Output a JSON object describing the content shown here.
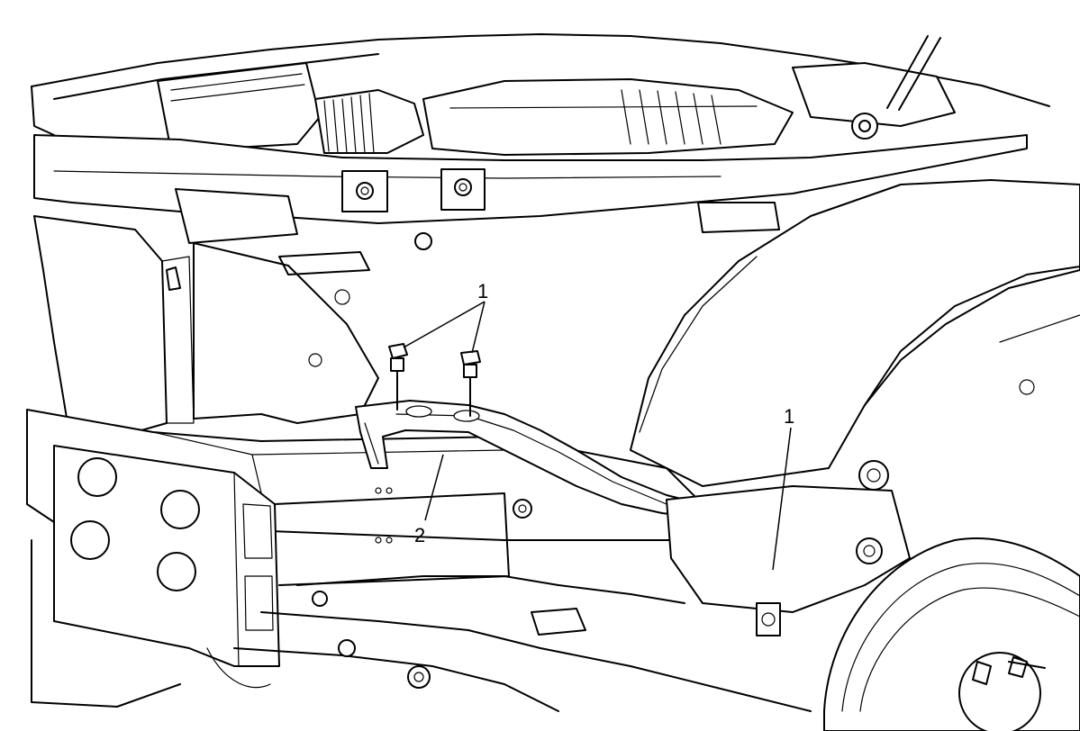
{
  "callouts": {
    "bolt_upper_left": "1",
    "bolt_lower_right": "1",
    "bracket": "2"
  }
}
